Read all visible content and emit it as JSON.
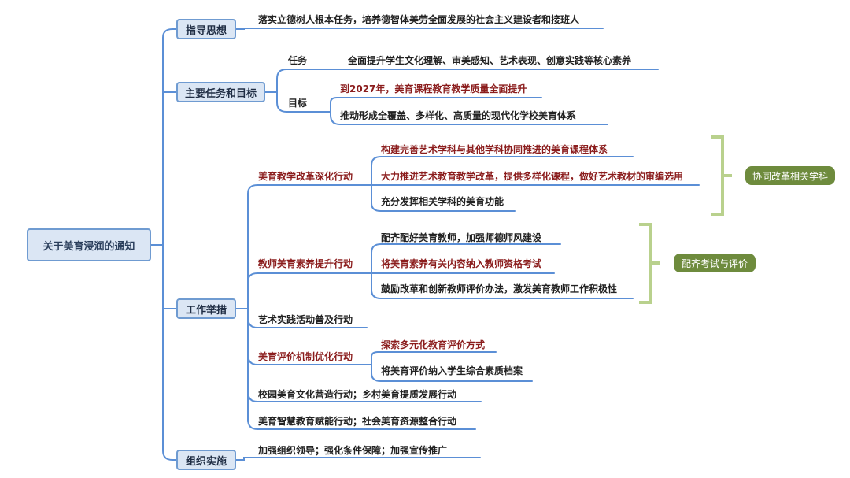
{
  "root": "关于美育浸润的通知",
  "guiding": {
    "label": "指导思想",
    "text": "落实立德树人根本任务，培养德智体美劳全面发展的社会主义建设者和接班人"
  },
  "tasks": {
    "label": "主要任务和目标",
    "task_label": "任务",
    "task_text": "全面提升学生文化理解、审美感知、艺术表现、创意实践等核心素养",
    "goal_label": "目标",
    "goal_1": "到2027年，美育课程教育教学质量全面提升",
    "goal_2": "推动形成全覆盖、多样化、高质量的现代化学校美育体系"
  },
  "measures": {
    "label": "工作举措",
    "teaching": {
      "label": "美育教学改革深化行动",
      "items": [
        "构建完善艺术学科与其他学科协同推进的美育课程体系",
        "大力推进艺术教育教学改革，提供多样化课程，做好艺术教材的审编选用",
        "充分发挥相关学科的美育功能"
      ],
      "tag": "协同改革相关学科"
    },
    "teacher": {
      "label": "教师美育素养提升行动",
      "items": [
        "配齐配好美育教师，加强师德师风建设",
        "将美育素养有关内容纳入教师资格考试",
        "鼓励改革和创新教师评价办法，激发美育教师工作积极性"
      ],
      "tag": "配齐考试与评价"
    },
    "art_practice": "艺术实践活动普及行动",
    "evaluation": {
      "label": "美育评价机制优化行动",
      "items": [
        "探索多元化教育评价方式",
        "将美育评价纳入学生综合素质档案"
      ]
    },
    "campus": "校园美育文化营造行动；乡村美育提质发展行动",
    "smart": "美育智慧教育赋能行动；社会美育资源整合行动"
  },
  "org": {
    "label": "组织实施",
    "text": "加强组织领导；强化条件保障；加强宣传推广"
  },
  "colors": {
    "line": "#5b8fd6",
    "box_fill": "#dbe6f4",
    "box_border": "#6f9bd1",
    "red_text": "#8b1d1d",
    "tag": "#6e8b3d",
    "bracket": "#b9d18d"
  }
}
